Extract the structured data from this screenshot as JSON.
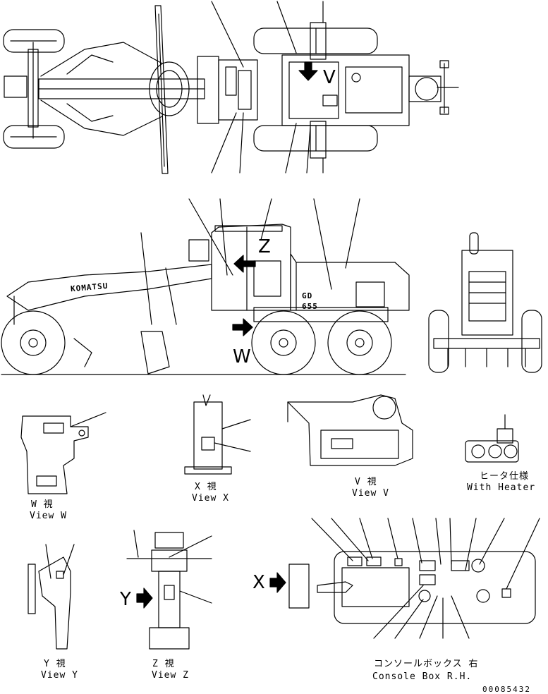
{
  "view_letters": {
    "v": "V",
    "z": "Z",
    "w": "W",
    "x": "X",
    "y": "Y"
  },
  "captions": {
    "view_w_jp": "W  視",
    "view_w_en": "View W",
    "view_x_jp": "X  視",
    "view_x_en": "View X",
    "view_v_jp": "V  視",
    "view_v_en": "View V",
    "view_y_jp": "Y  視",
    "view_y_en": "View Y",
    "view_z_jp": "Z  視",
    "view_z_en": "View Z",
    "heater_jp": "ヒータ仕様",
    "heater_en": "With Heater",
    "console_jp": "コンソールボックス 右",
    "console_en": "Console Box R.H."
  },
  "side_marks": {
    "brand": "KOMATSU",
    "model": "GD 655"
  },
  "drawing_number": "00085432",
  "colors": {
    "line": "#000000",
    "paper": "#ffffff"
  }
}
